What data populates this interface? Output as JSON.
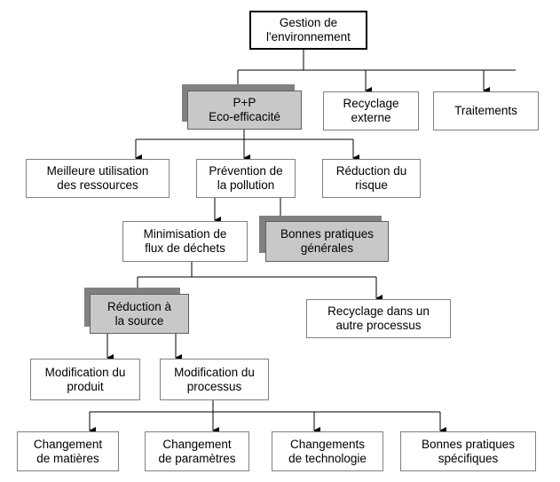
{
  "nodes": {
    "root": "Gestion de\nl'environnement",
    "pp": "P+P\nEco-efficacité",
    "recyclage_externe": "Recyclage\nexterne",
    "traitements": "Traitements",
    "ressources": "Meilleure utilisation\ndes ressources",
    "prevention": "Prévention de\nla pollution",
    "risque": "Réduction du\nrisque",
    "minimisation": "Minimisation de\nflux de déchets",
    "bonnes_generales": "Bonnes pratiques\ngénérales",
    "reduction_source": "Réduction à\nla source",
    "recyclage_autre": "Recyclage dans un\nautre processus",
    "modif_produit": "Modification du\nproduit",
    "modif_processus": "Modification du\nprocessus",
    "changement_matieres": "Changement\nde matières",
    "changement_parametres": "Changement\nde paramètres",
    "changements_technologie": "Changements\nde technologie",
    "bonnes_specifiques": "Bonnes pratiques\nspécifiques"
  }
}
